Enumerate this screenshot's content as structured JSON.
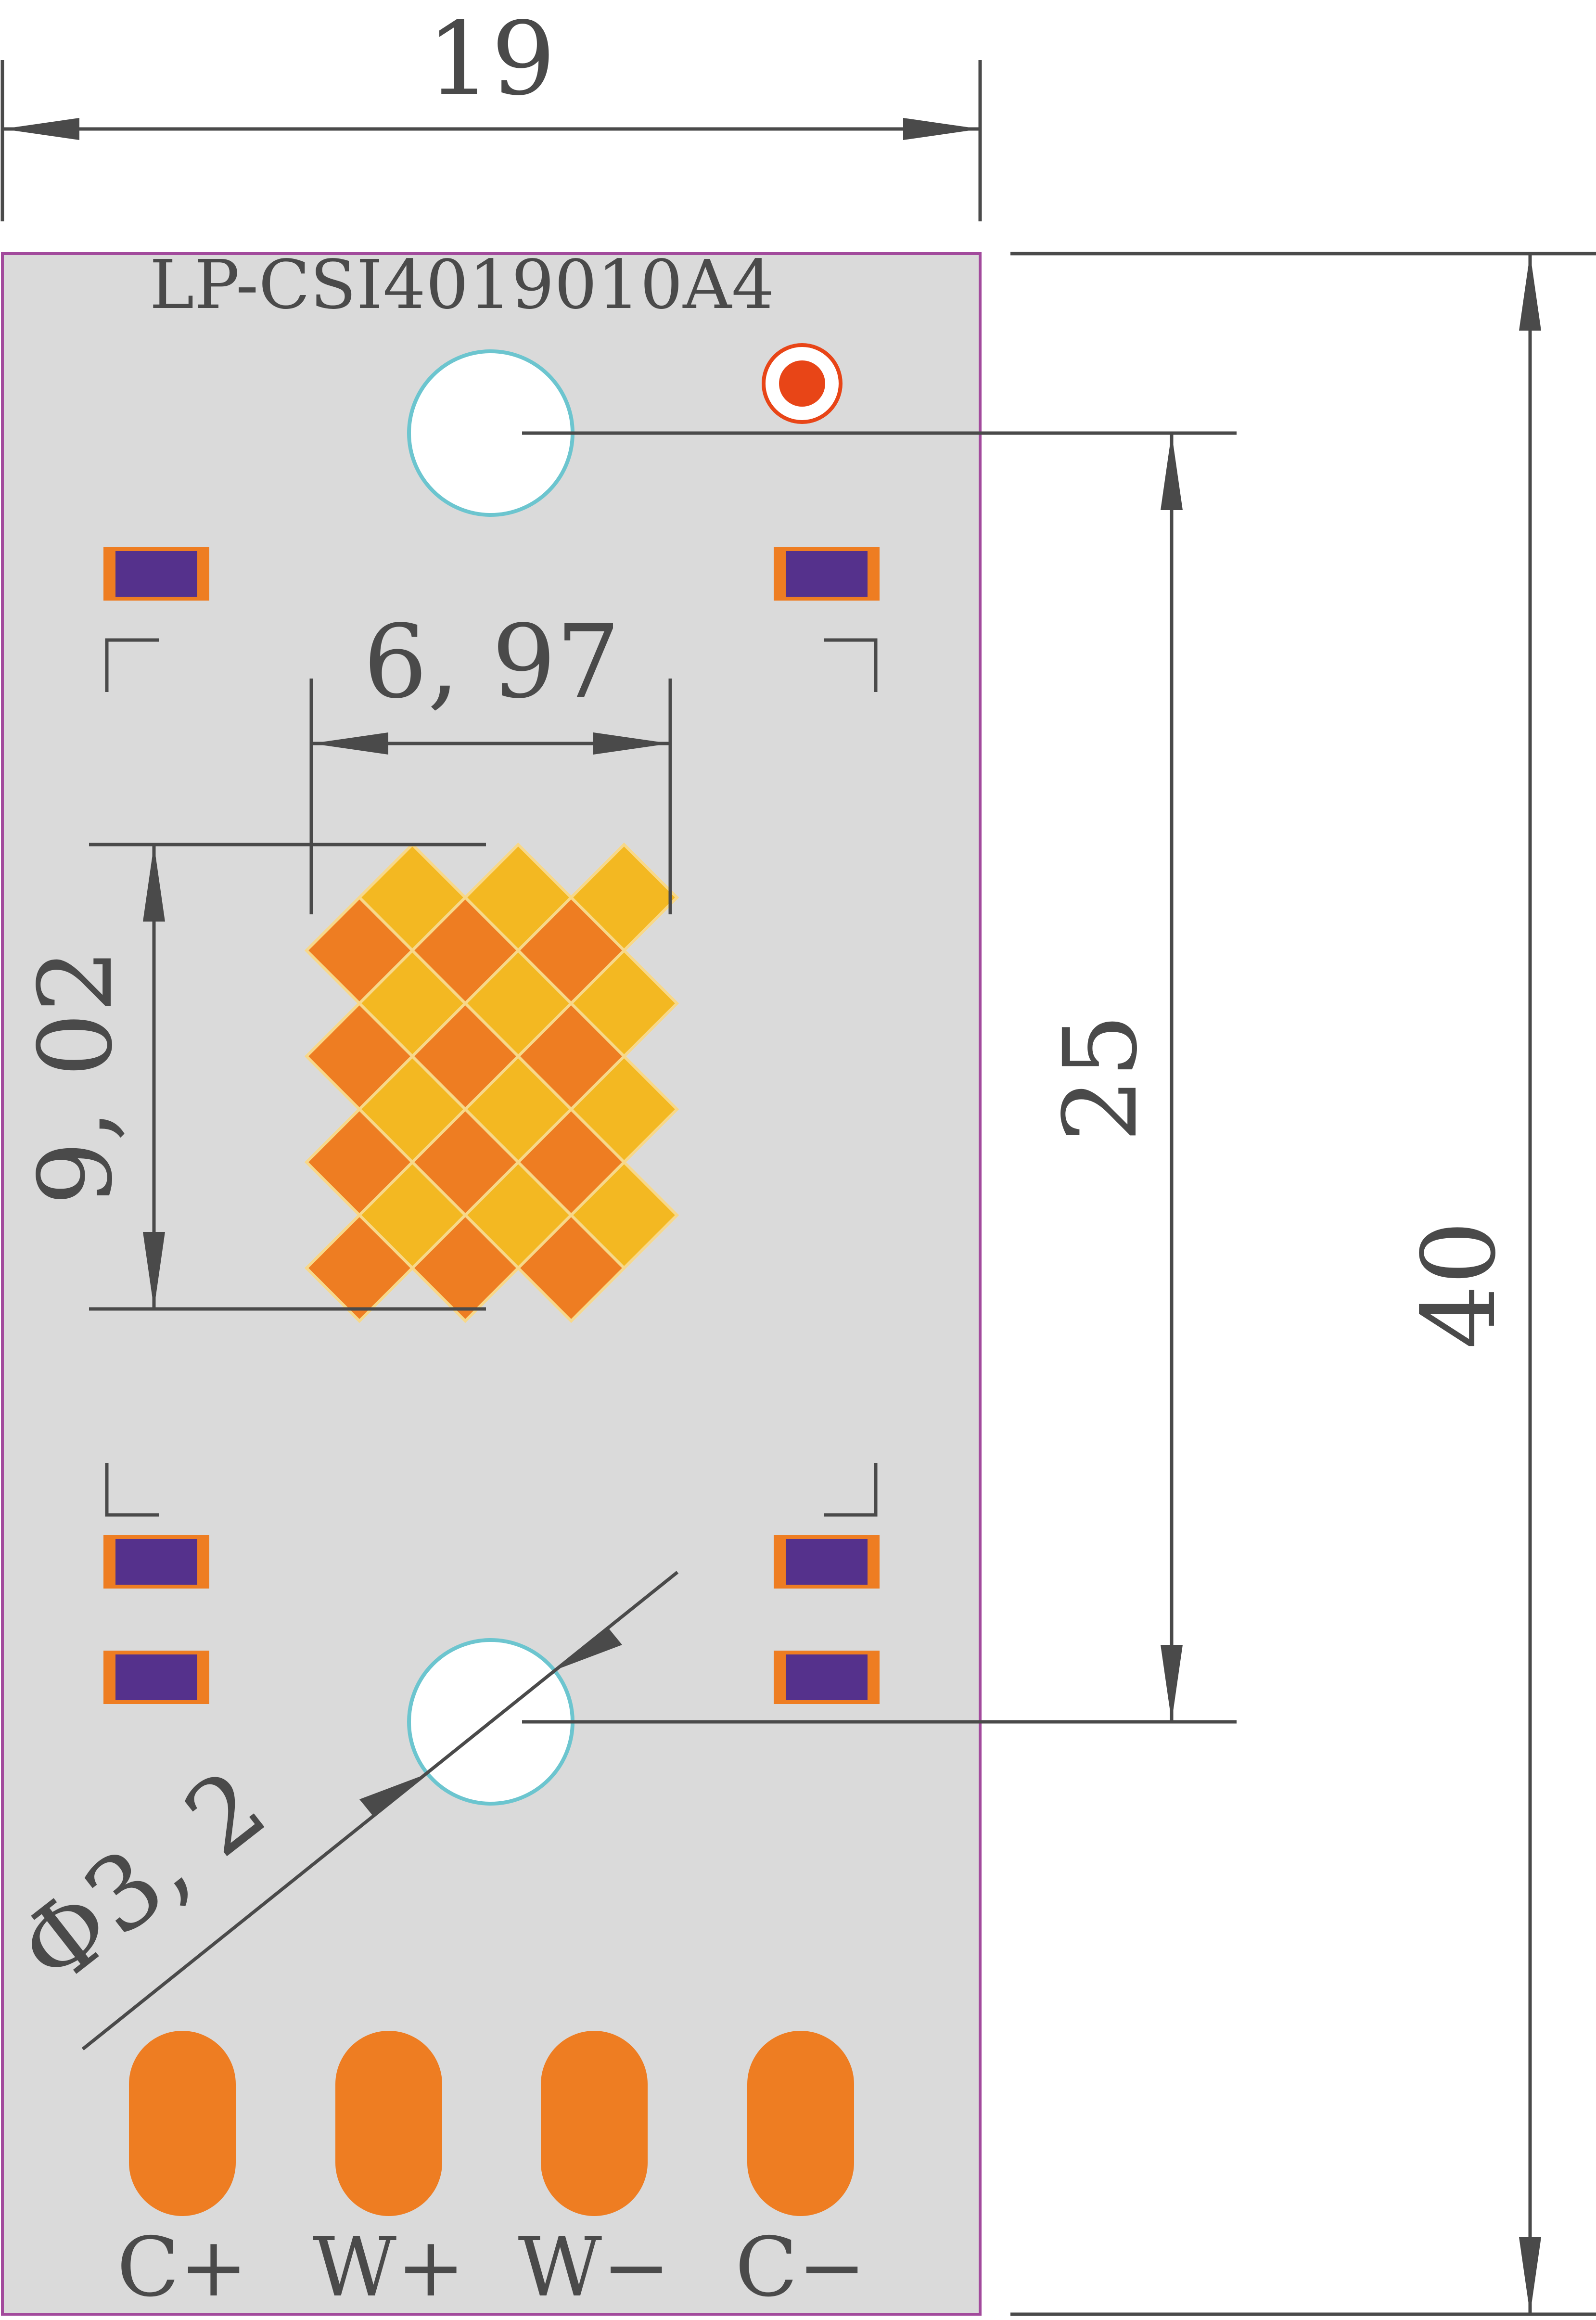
{
  "board": {
    "part_number": "LP-CSI4019010A4",
    "background_color": "#dadada",
    "outline_color": "#a24a9c"
  },
  "dimensions": {
    "width": "19",
    "height": "40",
    "hole_spacing": "25",
    "array_width": "6, 97",
    "array_height": "9, 02",
    "hole_diameter": "Φ3, 2"
  },
  "pads": {
    "labels": [
      "C+",
      "W+",
      "W−",
      "C−"
    ],
    "color": "#ee7d22"
  },
  "led_array": {
    "cool_color": "#f3b822",
    "warm_color": "#ee7d22"
  },
  "components": {
    "body_color": "#55318c",
    "terminal_color": "#ee7d22"
  },
  "polarity_marker": {
    "color": "#e84517"
  },
  "mounting_holes": {
    "ring_color": "#6cc5cf"
  },
  "dimension_line_color": "#4a4a4a"
}
